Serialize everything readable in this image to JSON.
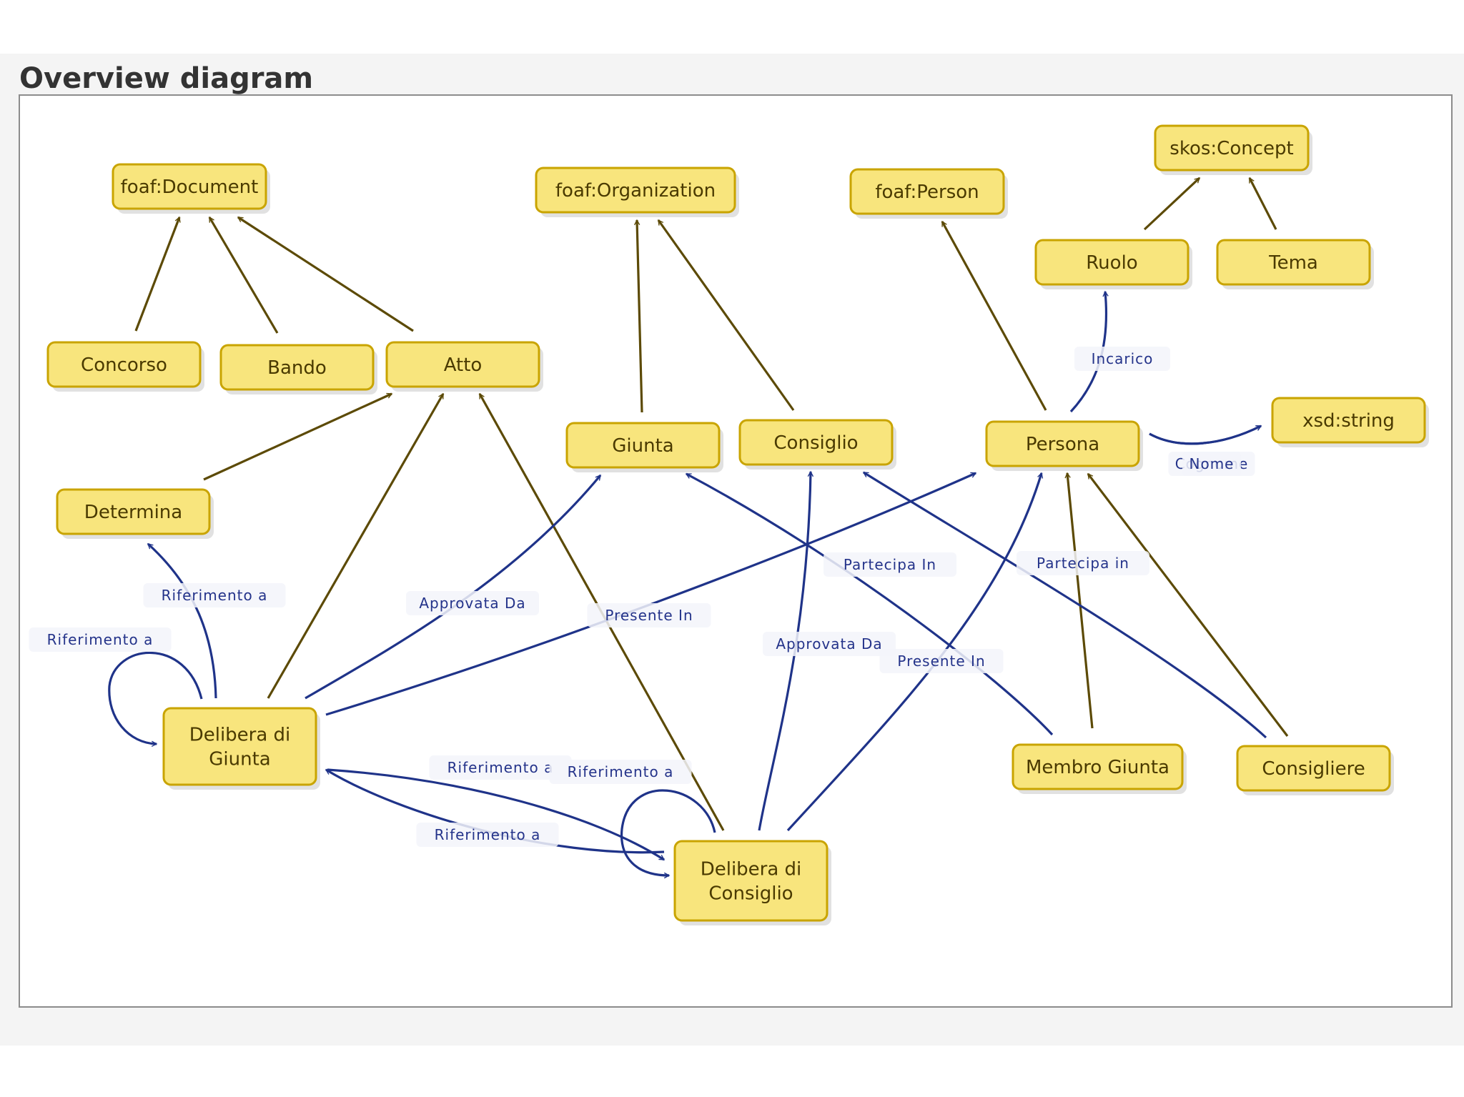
{
  "title": "Overview diagram",
  "colors": {
    "node_fill": "#f8e57d",
    "node_border": "#c9a400",
    "subclass_edge": "#5c4a06",
    "property_edge": "#1f3389"
  },
  "nodes": [
    {
      "id": "foaf_document",
      "lines": [
        "foaf:Document"
      ]
    },
    {
      "id": "foaf_organization",
      "lines": [
        "foaf:Organization"
      ]
    },
    {
      "id": "foaf_person",
      "lines": [
        "foaf:Person"
      ]
    },
    {
      "id": "skos_concept",
      "lines": [
        "skos:Concept"
      ]
    },
    {
      "id": "ruolo",
      "lines": [
        "Ruolo"
      ]
    },
    {
      "id": "tema",
      "lines": [
        "Tema"
      ]
    },
    {
      "id": "concorso",
      "lines": [
        "Concorso"
      ]
    },
    {
      "id": "bando",
      "lines": [
        "Bando"
      ]
    },
    {
      "id": "atto",
      "lines": [
        "Atto"
      ]
    },
    {
      "id": "giunta",
      "lines": [
        "Giunta"
      ]
    },
    {
      "id": "consiglio",
      "lines": [
        "Consiglio"
      ]
    },
    {
      "id": "persona",
      "lines": [
        "Persona"
      ]
    },
    {
      "id": "xsd_string",
      "lines": [
        "xsd:string"
      ]
    },
    {
      "id": "determina",
      "lines": [
        "Determina"
      ]
    },
    {
      "id": "delibera_giunta",
      "lines": [
        "Delibera di",
        "Giunta"
      ]
    },
    {
      "id": "delibera_consiglio",
      "lines": [
        "Delibera di",
        "Consiglio"
      ]
    },
    {
      "id": "membro_giunta",
      "lines": [
        "Membro Giunta"
      ]
    },
    {
      "id": "consigliere",
      "lines": [
        "Consigliere"
      ]
    }
  ],
  "edges": [
    {
      "kind": "subclass",
      "from": "concorso",
      "to": "foaf_document"
    },
    {
      "kind": "subclass",
      "from": "bando",
      "to": "foaf_document"
    },
    {
      "kind": "subclass",
      "from": "atto",
      "to": "foaf_document"
    },
    {
      "kind": "subclass",
      "from": "giunta",
      "to": "foaf_organization"
    },
    {
      "kind": "subclass",
      "from": "consiglio",
      "to": "foaf_organization"
    },
    {
      "kind": "subclass",
      "from": "persona",
      "to": "foaf_person"
    },
    {
      "kind": "subclass",
      "from": "ruolo",
      "to": "skos_concept"
    },
    {
      "kind": "subclass",
      "from": "tema",
      "to": "skos_concept"
    },
    {
      "kind": "subclass",
      "from": "determina",
      "to": "atto"
    },
    {
      "kind": "subclass",
      "from": "delibera_giunta",
      "to": "atto"
    },
    {
      "kind": "subclass",
      "from": "delibera_consiglio",
      "to": "atto"
    },
    {
      "kind": "subclass",
      "from": "membro_giunta",
      "to": "persona"
    },
    {
      "kind": "subclass",
      "from": "consigliere",
      "to": "persona"
    },
    {
      "kind": "property",
      "from": "persona",
      "to": "ruolo",
      "label": "Incarico"
    },
    {
      "kind": "property",
      "from": "persona",
      "to": "xsd_string",
      "label": "Cognome"
    },
    {
      "kind": "property",
      "from": "persona",
      "to": "xsd_string",
      "label": "Nome"
    },
    {
      "kind": "property",
      "from": "delibera_giunta",
      "to": "determina",
      "label": "Riferimento a"
    },
    {
      "kind": "property",
      "from": "delibera_giunta",
      "to": "delibera_giunta",
      "label": "Riferimento a"
    },
    {
      "kind": "property",
      "from": "delibera_giunta",
      "to": "giunta",
      "label": "Approvata Da"
    },
    {
      "kind": "property",
      "from": "delibera_giunta",
      "to": "persona",
      "label": "Presente In"
    },
    {
      "kind": "property",
      "from": "delibera_consiglio",
      "to": "consiglio",
      "label": "Approvata Da"
    },
    {
      "kind": "property",
      "from": "delibera_consiglio",
      "to": "persona",
      "label": "Presente In"
    },
    {
      "kind": "property",
      "from": "membro_giunta",
      "to": "giunta",
      "label": "Partecipa In"
    },
    {
      "kind": "property",
      "from": "consigliere",
      "to": "consiglio",
      "label": "Partecipa in"
    },
    {
      "kind": "property",
      "from": "delibera_giunta",
      "to": "delibera_consiglio",
      "label": "Riferimento a"
    },
    {
      "kind": "property",
      "from": "delibera_consiglio",
      "to": "delibera_giunta",
      "label": "Riferimento a"
    },
    {
      "kind": "property",
      "from": "delibera_consiglio",
      "to": "delibera_consiglio",
      "label": "Riferimento a"
    }
  ]
}
